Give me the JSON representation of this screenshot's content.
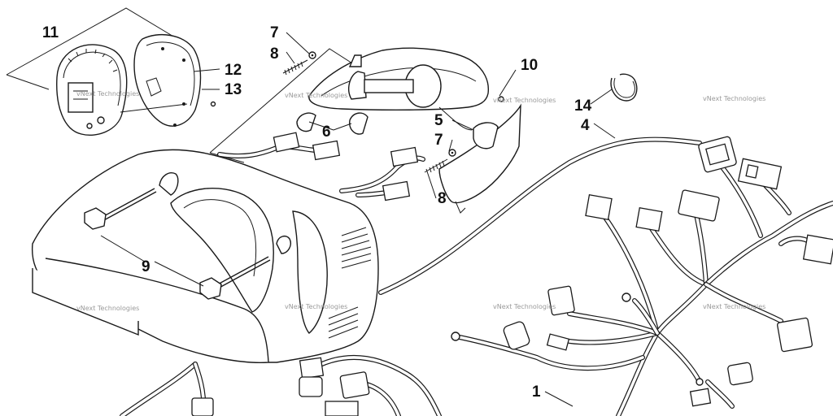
{
  "callouts": {
    "c1": "1",
    "c4": "4",
    "c5": "5",
    "c6": "6",
    "c7a": "7",
    "c7b": "7",
    "c8a": "8",
    "c8b": "8",
    "c9": "9",
    "c10": "10",
    "c11": "11",
    "c12": "12",
    "c13": "13",
    "c14": "14"
  },
  "watermark": "vNext Technologies"
}
